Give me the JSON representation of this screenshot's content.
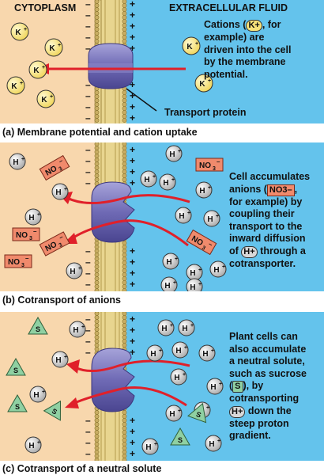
{
  "header": {
    "left": "CYTOPLASM",
    "right": "EXTRACELLULAR FLUID"
  },
  "ions": {
    "k": "K",
    "h": "H",
    "no3": "NO",
    "no3_sub": "3",
    "s": "S",
    "plus": "+",
    "minus": "–"
  },
  "panel_a": {
    "caption": "(a) Membrane potential and cation uptake",
    "text": [
      "Cations (",
      "K+",
      ", for",
      "example) are",
      "driven into the cell",
      "by the membrane",
      "potential."
    ],
    "transport_label": "Transport protein"
  },
  "panel_b": {
    "caption": "(b) Cotransport of anions",
    "text": [
      "Cell accumulates",
      "anions (",
      "NO3–",
      ",",
      "for example) by",
      "coupling their",
      "transport to the",
      "inward diffusion",
      "of",
      "H+",
      "through a",
      "cotransporter."
    ]
  },
  "panel_c": {
    "caption": "(c) Cotransport of a neutral solute",
    "text": [
      "Plant cells can",
      "also accumulate",
      "a neutral solute,",
      "such as sucrose",
      "(",
      "S",
      "), by",
      "cotransporting",
      "H+",
      "down the",
      "steep proton",
      "gradient."
    ]
  },
  "colors": {
    "cytoplasm": "#f8d7ad",
    "extracellular": "#64c3ec",
    "lipid_head": "#c8ad62",
    "protein": "#7c78bf",
    "arrow": "#e0202a",
    "k_fill": "#f6e27a",
    "h_fill": "#d0d0d0",
    "no3_fill": "#f08a6c",
    "s_fill": "#8fd0a2"
  }
}
